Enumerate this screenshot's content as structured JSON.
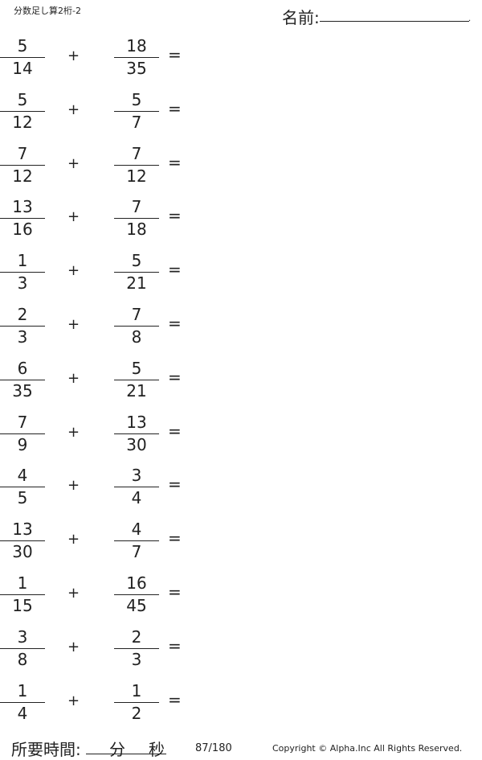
{
  "header": {
    "title": "分数足し算2桁-2",
    "name_label": "名前:",
    "name_end": "."
  },
  "problems": [
    {
      "n1": "5",
      "d1": "14",
      "op": "+",
      "n2": "18",
      "d2": "35",
      "eq": "="
    },
    {
      "n1": "5",
      "d1": "12",
      "op": "+",
      "n2": "5",
      "d2": "7",
      "eq": "="
    },
    {
      "n1": "7",
      "d1": "12",
      "op": "+",
      "n2": "7",
      "d2": "12",
      "eq": "="
    },
    {
      "n1": "13",
      "d1": "16",
      "op": "+",
      "n2": "7",
      "d2": "18",
      "eq": "="
    },
    {
      "n1": "1",
      "d1": "3",
      "op": "+",
      "n2": "5",
      "d2": "21",
      "eq": "="
    },
    {
      "n1": "2",
      "d1": "3",
      "op": "+",
      "n2": "7",
      "d2": "8",
      "eq": "="
    },
    {
      "n1": "6",
      "d1": "35",
      "op": "+",
      "n2": "5",
      "d2": "21",
      "eq": "="
    },
    {
      "n1": "7",
      "d1": "9",
      "op": "+",
      "n2": "13",
      "d2": "30",
      "eq": "="
    },
    {
      "n1": "4",
      "d1": "5",
      "op": "+",
      "n2": "3",
      "d2": "4",
      "eq": "="
    },
    {
      "n1": "13",
      "d1": "30",
      "op": "+",
      "n2": "4",
      "d2": "7",
      "eq": "="
    },
    {
      "n1": "1",
      "d1": "15",
      "op": "+",
      "n2": "16",
      "d2": "45",
      "eq": "="
    },
    {
      "n1": "3",
      "d1": "8",
      "op": "+",
      "n2": "2",
      "d2": "3",
      "eq": "="
    },
    {
      "n1": "1",
      "d1": "4",
      "op": "+",
      "n2": "1",
      "d2": "2",
      "eq": "="
    }
  ],
  "footer": {
    "time_label": "所要時間:",
    "minutes_unit": "分",
    "seconds_unit": "秒",
    "page_number": "87/180",
    "copyright": "Copyright ©  Alpha.Inc All Rights Reserved."
  }
}
